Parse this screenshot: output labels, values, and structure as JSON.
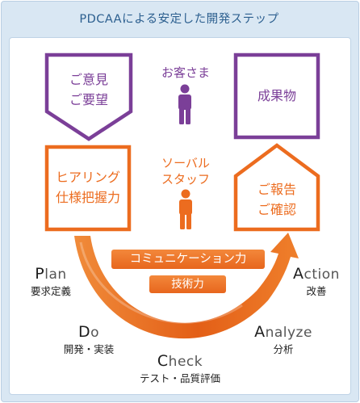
{
  "title": "PDCAAによる安定した開発ステップ",
  "boxes": {
    "customer_request": [
      "ご意見",
      "ご要望"
    ],
    "deliverable": "成果物",
    "hearing": [
      "ヒアリング",
      "仕様把握力"
    ],
    "report": [
      "ご報告",
      "ご確認"
    ]
  },
  "people": {
    "customer": "お客さま",
    "staff": [
      "ソーバル",
      "スタッフ"
    ]
  },
  "badges": {
    "communication": "コミュニケーション力",
    "skill": "技術力"
  },
  "steps": [
    {
      "cap": "P",
      "rest": "lan",
      "sub": "要求定義"
    },
    {
      "cap": "D",
      "rest": "o",
      "sub": "開発・実装"
    },
    {
      "cap": "C",
      "rest": "heck",
      "sub": "テスト・品質評価"
    },
    {
      "cap": "A",
      "rest": "nalyze",
      "sub": "分析"
    },
    {
      "cap": "A",
      "rest": "ction",
      "sub": "改善"
    }
  ],
  "colors": {
    "purple": "#7b3f98",
    "orange": "#ec6c1f",
    "frame_blue": "#d9e7f3",
    "title_blue": "#2c5f8f"
  },
  "icons": [
    "person-icon-customer",
    "person-icon-staff",
    "curved-arrow"
  ]
}
